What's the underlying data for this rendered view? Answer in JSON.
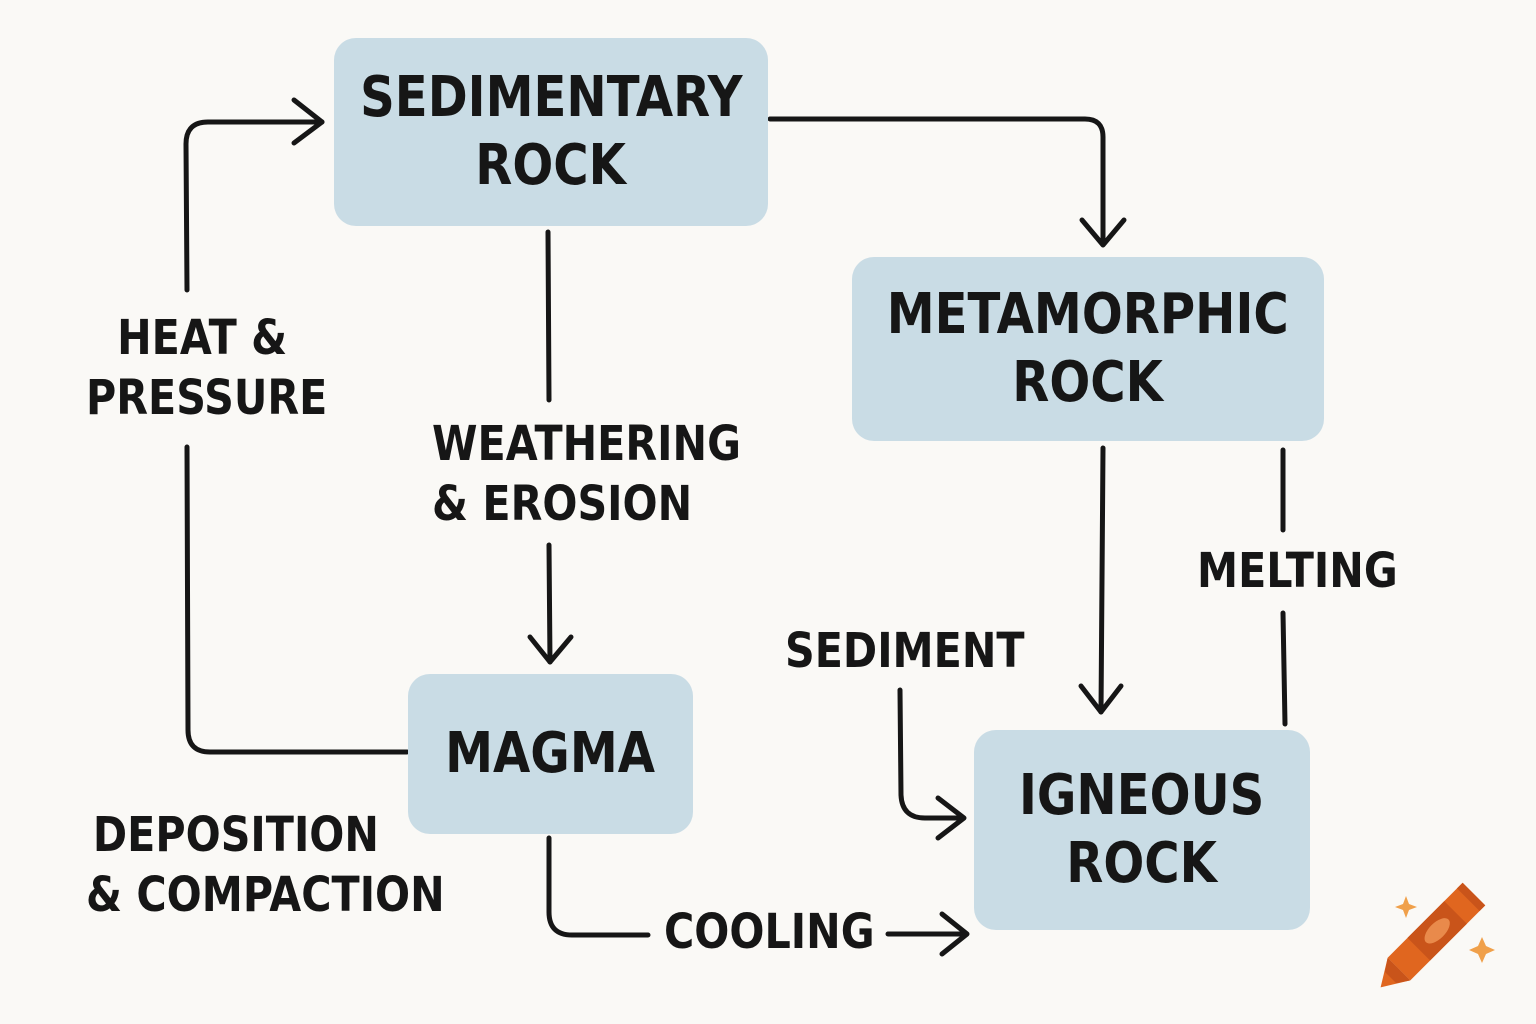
{
  "nodes": {
    "sedimentary": {
      "line1": "SEDIMENTARY",
      "line2": "ROCK"
    },
    "metamorphic": {
      "line1": "METAMORPHIC",
      "line2": "ROCK"
    },
    "magma": {
      "line1": "MAGMA"
    },
    "igneous": {
      "line1": "IGNEOUS",
      "line2": "ROCK"
    }
  },
  "labels": {
    "heat_pressure": {
      "line1": "HEAT &",
      "line2": "PRESSURE"
    },
    "weathering_erosion": {
      "line1": "WEATHERING",
      "line2": "& EROSION"
    },
    "melting": "MELTING",
    "sediment": "SEDIMENT",
    "deposition_compaction": {
      "line1": "DEPOSITION",
      "line2": "& COMPACTION"
    },
    "cooling": "COOLING"
  },
  "colors": {
    "box_fill": "#c9dce5",
    "line": "#161616",
    "background": "#faf9f6",
    "crayon": "#e0661f"
  },
  "icons": {
    "logo": "crayon-icon"
  }
}
